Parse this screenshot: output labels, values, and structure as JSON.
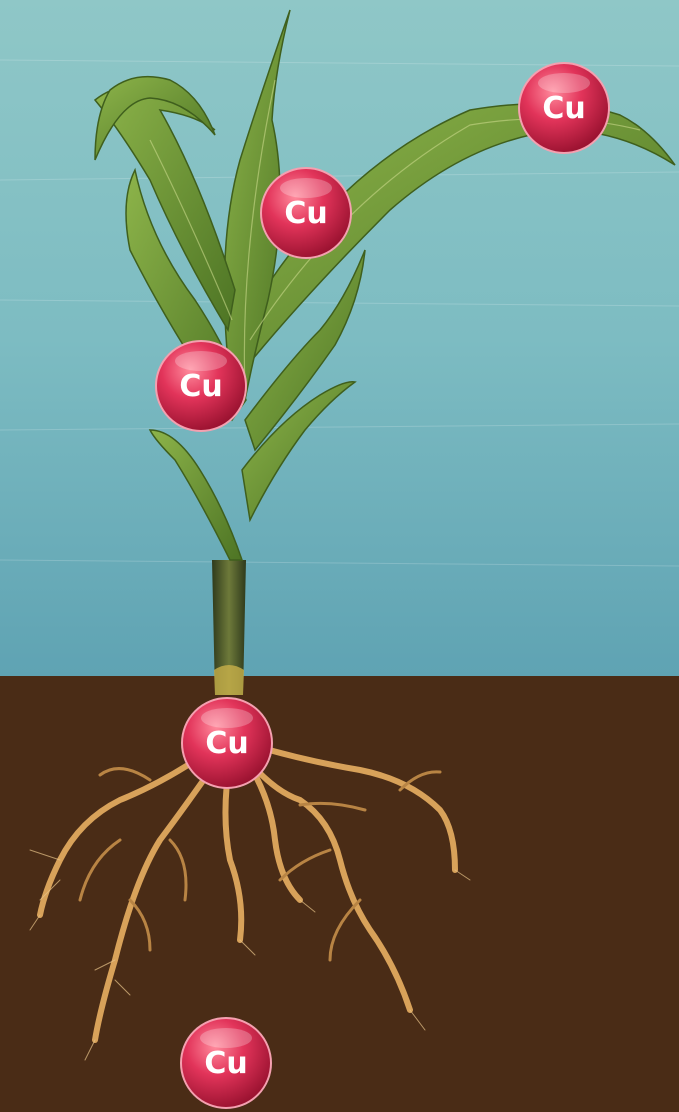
{
  "scene": {
    "colors": {
      "sky_top": "#8fc7c7",
      "sky_bottom": "#5fa8b6",
      "soil": "#4a2c16",
      "leaf": "#6f9a3a",
      "leaf_dark": "#4d7424",
      "stalk": "#3e4a26",
      "root": "#d8a25a",
      "sphere": "#e2345a"
    }
  },
  "markers": [
    {
      "id": "cu-top-right",
      "symbol": "Cu"
    },
    {
      "id": "cu-upper-leaf",
      "symbol": "Cu"
    },
    {
      "id": "cu-mid-leaf",
      "symbol": "Cu"
    },
    {
      "id": "cu-root-base",
      "symbol": "Cu"
    },
    {
      "id": "cu-soil",
      "symbol": "Cu"
    }
  ]
}
